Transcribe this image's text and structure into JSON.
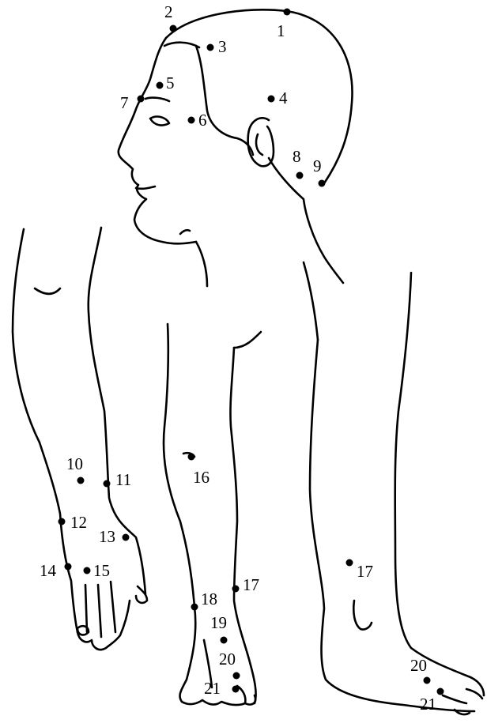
{
  "points": [
    {
      "id": "p1",
      "label": "1"
    },
    {
      "id": "p2",
      "label": "2"
    },
    {
      "id": "p3",
      "label": "3"
    },
    {
      "id": "p4",
      "label": "4"
    },
    {
      "id": "p5",
      "label": "5"
    },
    {
      "id": "p6",
      "label": "6"
    },
    {
      "id": "p7",
      "label": "7"
    },
    {
      "id": "p8",
      "label": "8"
    },
    {
      "id": "p9",
      "label": "9"
    },
    {
      "id": "p10",
      "label": "10"
    },
    {
      "id": "p11",
      "label": "11"
    },
    {
      "id": "p12",
      "label": "12"
    },
    {
      "id": "p13",
      "label": "13"
    },
    {
      "id": "p14",
      "label": "14"
    },
    {
      "id": "p15",
      "label": "15"
    },
    {
      "id": "p16",
      "label": "16"
    },
    {
      "id": "p17a",
      "label": "17"
    },
    {
      "id": "p17b",
      "label": "17"
    },
    {
      "id": "p18",
      "label": "18"
    },
    {
      "id": "p19",
      "label": "19"
    },
    {
      "id": "p20a",
      "label": "20"
    },
    {
      "id": "p20b",
      "label": "20"
    },
    {
      "id": "p21a",
      "label": "21"
    },
    {
      "id": "p21b",
      "label": "21"
    }
  ]
}
